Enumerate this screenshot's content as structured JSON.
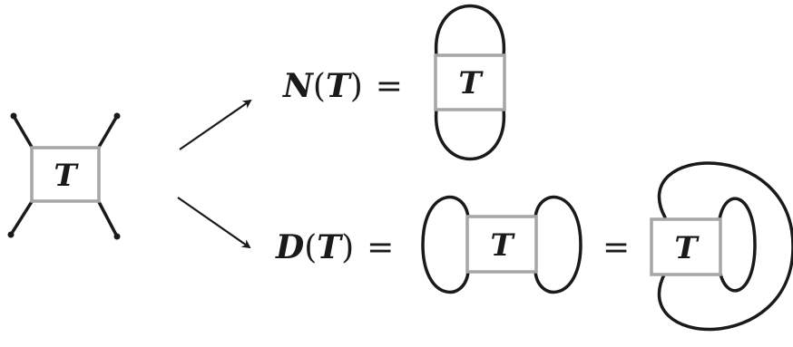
{
  "tangle_label": "T",
  "numerator": {
    "op": "N",
    "open": "(",
    "var": "T",
    "close": ")",
    "equals": "="
  },
  "denominator": {
    "op": "D",
    "open": "(",
    "var": "T",
    "close": ")",
    "equals": "=",
    "equals2": "="
  }
}
